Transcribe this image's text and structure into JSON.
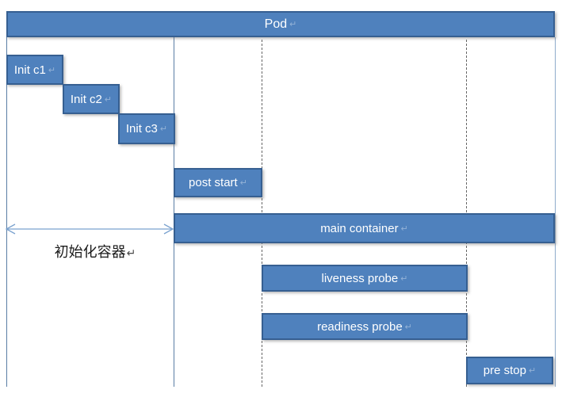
{
  "boxes": {
    "pod": "Pod",
    "init_c1": "Init c1",
    "init_c2": "Init c2",
    "init_c3": "Init c3",
    "post_start": "post start",
    "main_container": "main container",
    "liveness_probe": "liveness probe",
    "readiness_probe": "readiness probe",
    "pre_stop": "pre stop"
  },
  "annotation": {
    "label": "初始化容器",
    "return_mark": "↵"
  },
  "marks": {
    "return_mark": "↵"
  },
  "icons": {
    "double_headed_arrow": "↔"
  },
  "colors": {
    "box_fill": "#4F81BD",
    "box_border": "#365F91",
    "solid_line": "#5A7DA5",
    "right_line": "#8FABCB",
    "dashed_line": "#666666",
    "arrow": "#7BA2CF",
    "box_text": "#FFFFFF",
    "annotation_text": "#1A1A1A",
    "background": "#FFFFFF"
  }
}
